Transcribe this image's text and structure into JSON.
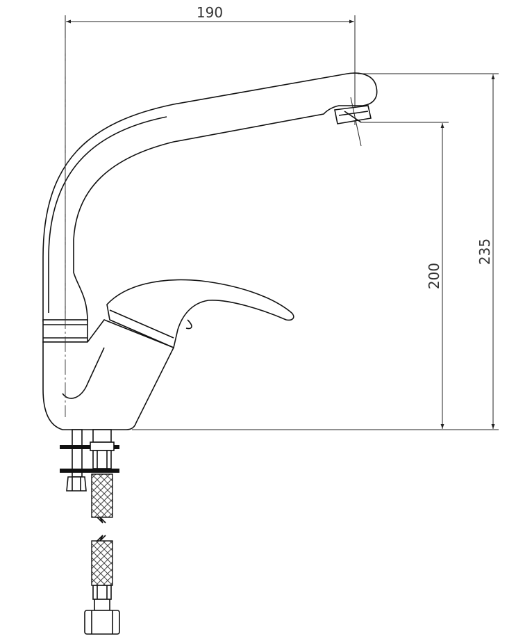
{
  "diagram": {
    "dimensions": {
      "width_top": "190",
      "height_outlet": "200",
      "height_total": "235"
    }
  }
}
